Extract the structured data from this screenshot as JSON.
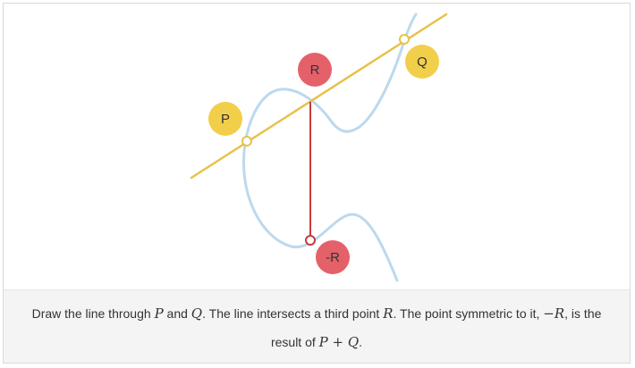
{
  "figure": {
    "labels": {
      "p": "P",
      "q": "Q",
      "r": "R",
      "neg_r": "-R"
    },
    "colors": {
      "curve": "#bcd9ee",
      "line": "#e6c24a",
      "reflection": "#c93a3a",
      "badge_yellow": "#f2cf4a",
      "badge_red": "#e4616a",
      "point_fill": "#ffffff"
    }
  },
  "caption": {
    "t1": "Draw the line through ",
    "m1": "P",
    "t2": " and ",
    "m2": "Q",
    "t3": ". The line intersects a third point ",
    "m3": "R",
    "t4": ". The point symmetric to it, ",
    "m4": "−R",
    "t5": ", is the result of ",
    "m5": "P + Q",
    "t6": "."
  }
}
